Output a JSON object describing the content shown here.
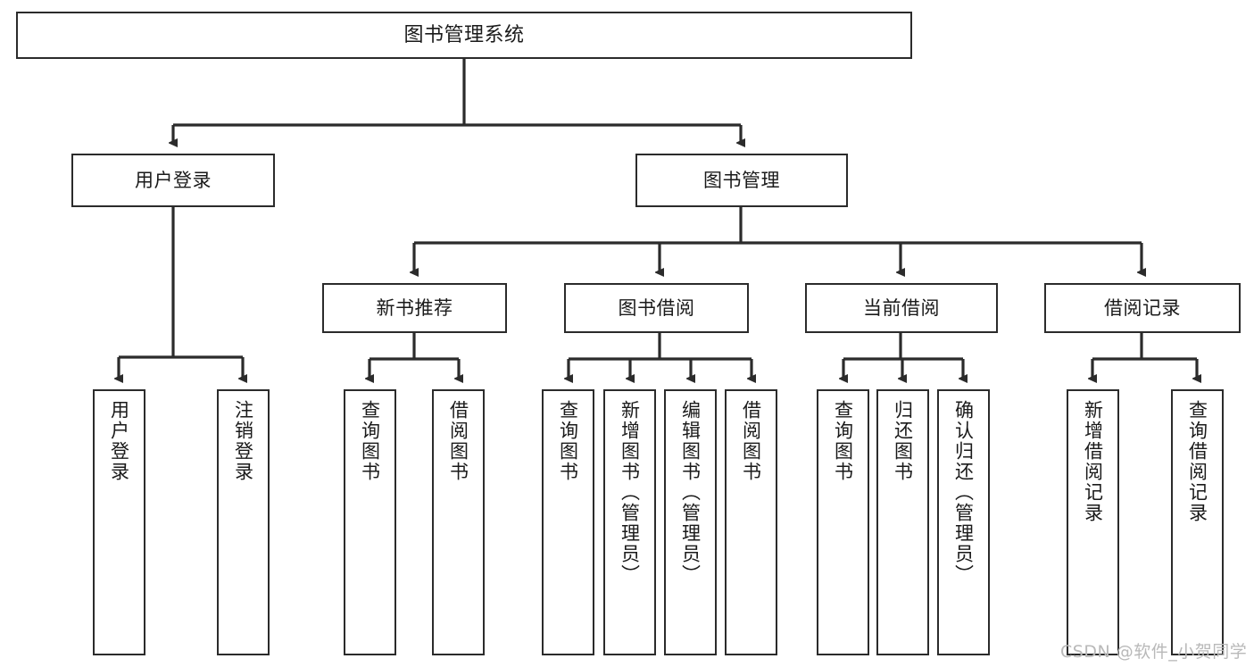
{
  "diagram": {
    "title": "图书管理系统",
    "type": "tree-hierarchy-diagram",
    "watermark": "CSDN @软件_小贺同学",
    "colors": {
      "stroke": "#2b2b2b",
      "box_fill": "#ffffff",
      "background": "#ffffff",
      "text": "#1a1a1a",
      "watermark": "#b9b9b9"
    },
    "root": {
      "label": "图书管理系统"
    },
    "level1": [
      {
        "label": "用户登录"
      },
      {
        "label": "图书管理"
      }
    ],
    "level2": [
      {
        "label": "新书推荐"
      },
      {
        "label": "图书借阅"
      },
      {
        "label": "当前借阅"
      },
      {
        "label": "借阅记录"
      }
    ],
    "leaves": {
      "user_login": [
        {
          "label": "用户登录"
        },
        {
          "label": "注销登录"
        }
      ],
      "new_book_recommend": [
        {
          "label": "查询图书"
        },
        {
          "label": "借阅图书"
        }
      ],
      "book_borrow": [
        {
          "label": "查询图书"
        },
        {
          "label": "新增图书（管理员）"
        },
        {
          "label": "编辑图书（管理员）"
        },
        {
          "label": "借阅图书"
        }
      ],
      "current_borrow": [
        {
          "label": "查询图书"
        },
        {
          "label": "归还图书"
        },
        {
          "label": "确认归还（管理员）"
        }
      ],
      "borrow_record": [
        {
          "label": "新增借阅记录"
        },
        {
          "label": "查询借阅记录"
        }
      ]
    }
  }
}
